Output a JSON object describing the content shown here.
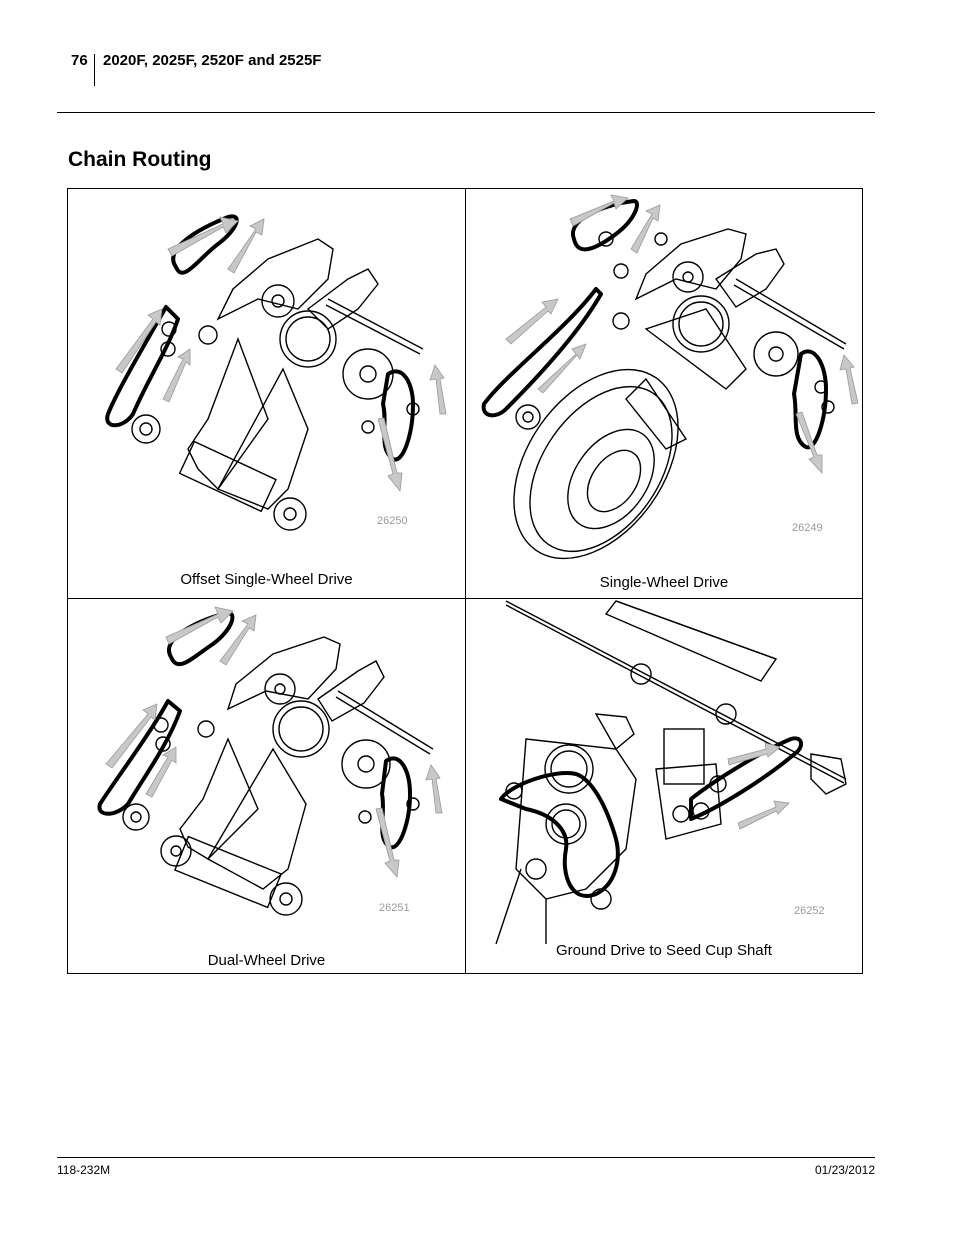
{
  "header": {
    "page_number": "76",
    "models": "2020F, 2025F, 2520F and 2525F"
  },
  "section_title": "Chain Routing",
  "figures": [
    {
      "caption": "Offset Single-Wheel Drive",
      "figure_number": "26250"
    },
    {
      "caption": "Single-Wheel Drive",
      "figure_number": "26249"
    },
    {
      "caption": "Dual-Wheel Drive",
      "figure_number": "26251"
    },
    {
      "caption": "Ground Drive to Seed Cup Shaft",
      "figure_number": "26252"
    }
  ],
  "footer": {
    "document_number": "118-232M",
    "date": "01/23/2012"
  }
}
